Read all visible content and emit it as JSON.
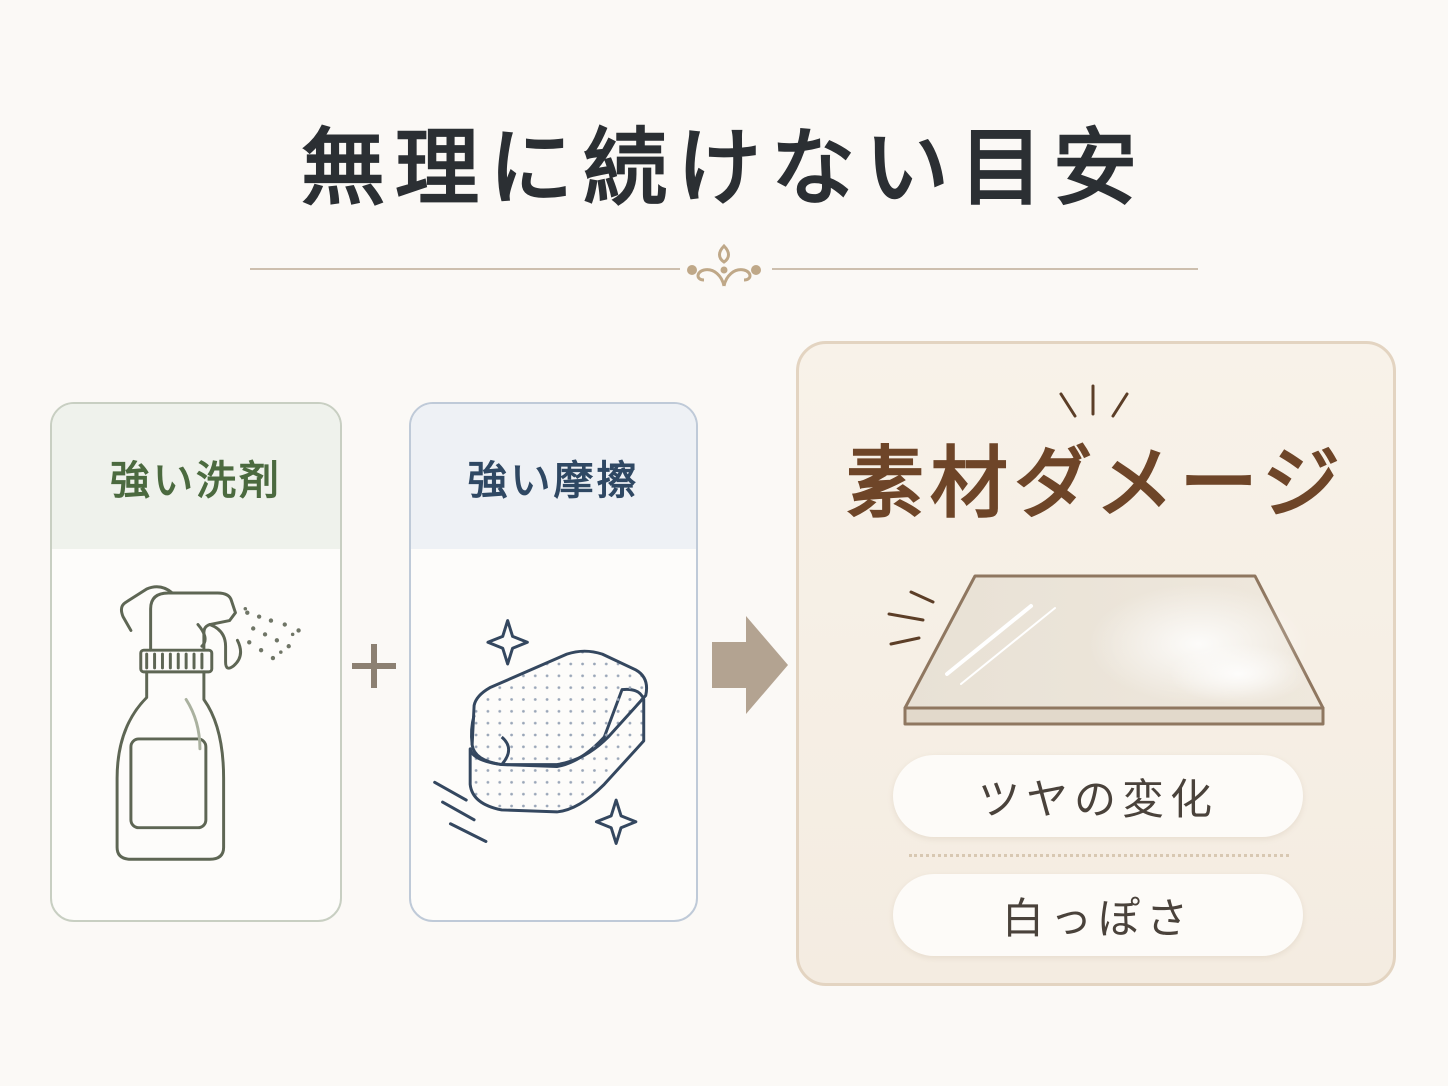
{
  "title": "無理に続けない目安",
  "cards": {
    "detergent": {
      "label": "強い洗剤",
      "icon": "spray-bottle-icon"
    },
    "friction": {
      "label": "強い摩擦",
      "icon": "sponge-icon"
    }
  },
  "operator": "+",
  "result": {
    "title": "素材ダメージ",
    "icon": "damaged-surface-icon",
    "effects": [
      "ツヤの変化",
      "白っぽさ"
    ]
  },
  "colors": {
    "background": "#fbf9f6",
    "detergent_accent": "#4b6a3f",
    "friction_accent": "#2f4863",
    "damage_accent": "#6e4528",
    "arrow": "#b3a391"
  }
}
